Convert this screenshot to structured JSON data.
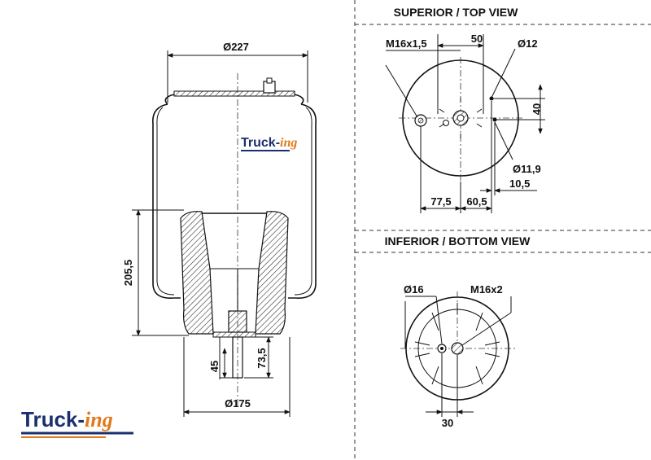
{
  "brand": {
    "part1": "Truck-",
    "part2": "ing",
    "color_primary": "#1a2f6e",
    "color_accent": "#e07a1a"
  },
  "views": {
    "top_title": "SUPERIOR / TOP VIEW",
    "bottom_title": "INFERIOR / BOTTOM VIEW"
  },
  "side": {
    "diameter_top": "Ø227",
    "height": "205,5",
    "stud_45": "45",
    "stud_73": "73,5",
    "diameter_base": "Ø175"
  },
  "top": {
    "thread": "M16x1,5",
    "dim_50": "50",
    "dia_12": "Ø12",
    "dim_40": "40",
    "dia_119": "Ø11,9",
    "dim_105": "10,5",
    "dim_775": "77,5",
    "dim_605": "60,5"
  },
  "bottom": {
    "dia_16": "Ø16",
    "thread": "M16x2",
    "dim_30": "30"
  }
}
